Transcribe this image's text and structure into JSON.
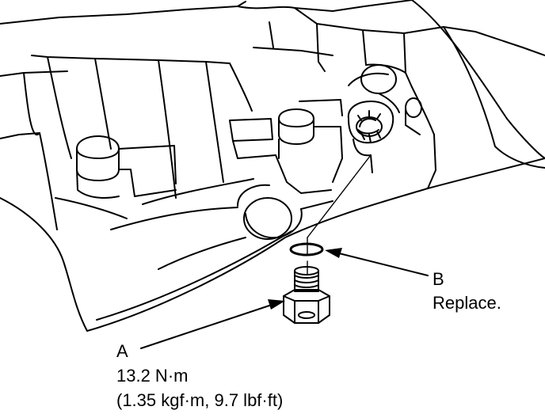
{
  "callouts": {
    "a": {
      "letter": "A",
      "torque_nm": "13.2 N·m",
      "torque_alt": "(1.35 kgf·m, 9.7 lbf·ft)"
    },
    "b": {
      "letter": "B",
      "note": "Replace."
    }
  },
  "colors": {
    "line": "#000000",
    "background": "#ffffff"
  }
}
